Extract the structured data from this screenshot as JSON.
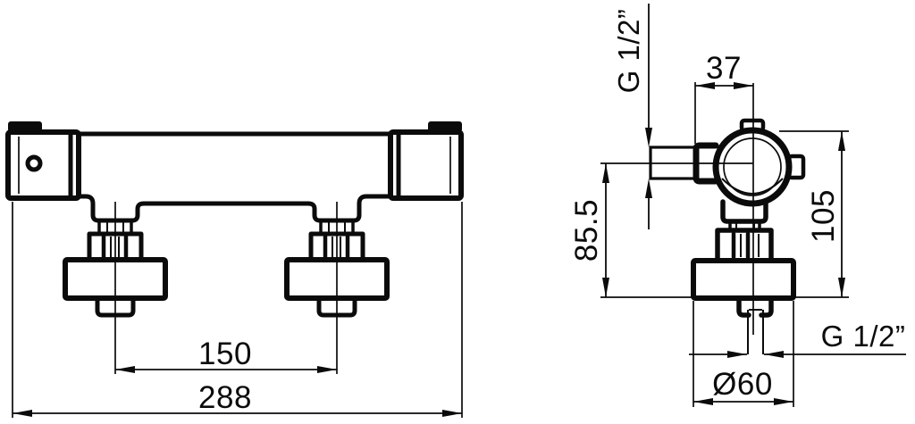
{
  "drawing": {
    "kind": "technical dimension drawing",
    "subject": "thermostatic shower mixer valve, front and side views",
    "background_color": "#ffffff",
    "line_color": "#0b0b0b",
    "views": {
      "front": {
        "label": "front view",
        "dims": {
          "handle_spacing": "150",
          "overall_width": "288"
        }
      },
      "side": {
        "label": "side view",
        "dims": {
          "wall_to_center": "37",
          "inlet_thread": "G 1/2”",
          "center_to_bottom": "85.5",
          "overall_height": "105",
          "escutcheon_diameter": "Ø60",
          "outlet_thread": "G 1/2”"
        }
      }
    }
  }
}
